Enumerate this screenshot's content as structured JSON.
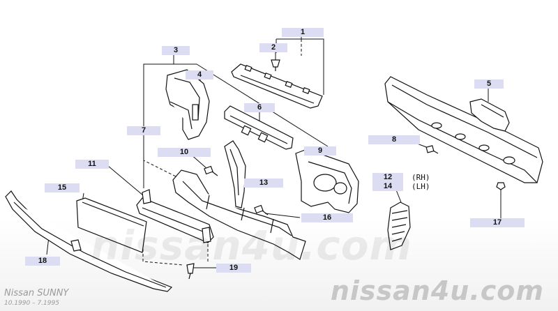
{
  "diagram": {
    "callouts": [
      {
        "id": "c1",
        "label": "1"
      },
      {
        "id": "c2",
        "label": "2"
      },
      {
        "id": "c3",
        "label": "3"
      },
      {
        "id": "c4",
        "label": "4"
      },
      {
        "id": "c5",
        "label": "5"
      },
      {
        "id": "c6",
        "label": "6"
      },
      {
        "id": "c7",
        "label": "7"
      },
      {
        "id": "c8",
        "label": "8"
      },
      {
        "id": "c9",
        "label": "9"
      },
      {
        "id": "c10",
        "label": "10"
      },
      {
        "id": "c11",
        "label": "11"
      },
      {
        "id": "c12",
        "label": "12"
      },
      {
        "id": "c13",
        "label": "13"
      },
      {
        "id": "c14",
        "label": "14"
      },
      {
        "id": "c15",
        "label": "15"
      },
      {
        "id": "c16",
        "label": "16"
      },
      {
        "id": "c17",
        "label": "17"
      },
      {
        "id": "c18",
        "label": "18"
      },
      {
        "id": "c19",
        "label": "19"
      }
    ],
    "side_tags": {
      "rh": "(RH)",
      "lh": "(LH)"
    }
  },
  "watermark": {
    "center": "nissan4u.com",
    "corner": "nissan4u.com"
  },
  "vehicle": {
    "model": "Nissan SUNNY",
    "years": "10.1990 – 7.1995"
  },
  "colors": {
    "callout_bg": "#dcdcf2",
    "line": "#111111",
    "watermark": "#c7c7c7"
  }
}
